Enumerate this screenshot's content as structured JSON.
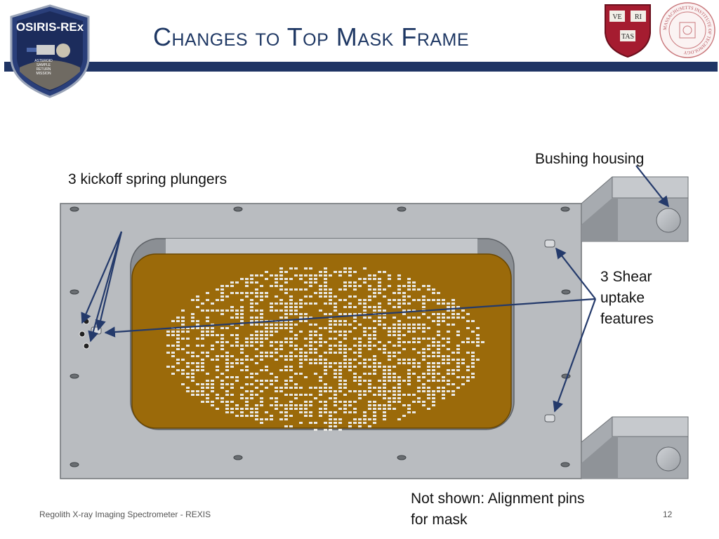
{
  "slide": {
    "title": "Changes to Top Mask Frame",
    "labels": {
      "bushing_housing": "Bushing housing",
      "kickoff_plungers": "3 kickoff spring plungers",
      "shear_uptake": "3 Shear uptake features",
      "not_shown": "Not shown: Alignment pins for mask"
    },
    "footer": {
      "text": "Regolith X-ray Imaging Spectrometer - REXIS",
      "page_number": "12"
    }
  },
  "logos": {
    "osiris": {
      "name": "OSIRIS-REx",
      "small_text": [
        "ASTEROID",
        "SAMPLE",
        "RETURN",
        "MISSION"
      ]
    },
    "harvard": {
      "shield_text": [
        "VE",
        "RI",
        "TAS"
      ]
    },
    "mit": {
      "seal_text": "MASSACHUSETTS INSTITUTE OF TECHNOLOGY"
    }
  },
  "colors": {
    "title": "#1f3864",
    "title_bar": "#1f3464",
    "mask_gold": "#9b6a0a",
    "frame_gray": "#b8bcc0",
    "arrow": "#243a6b"
  }
}
